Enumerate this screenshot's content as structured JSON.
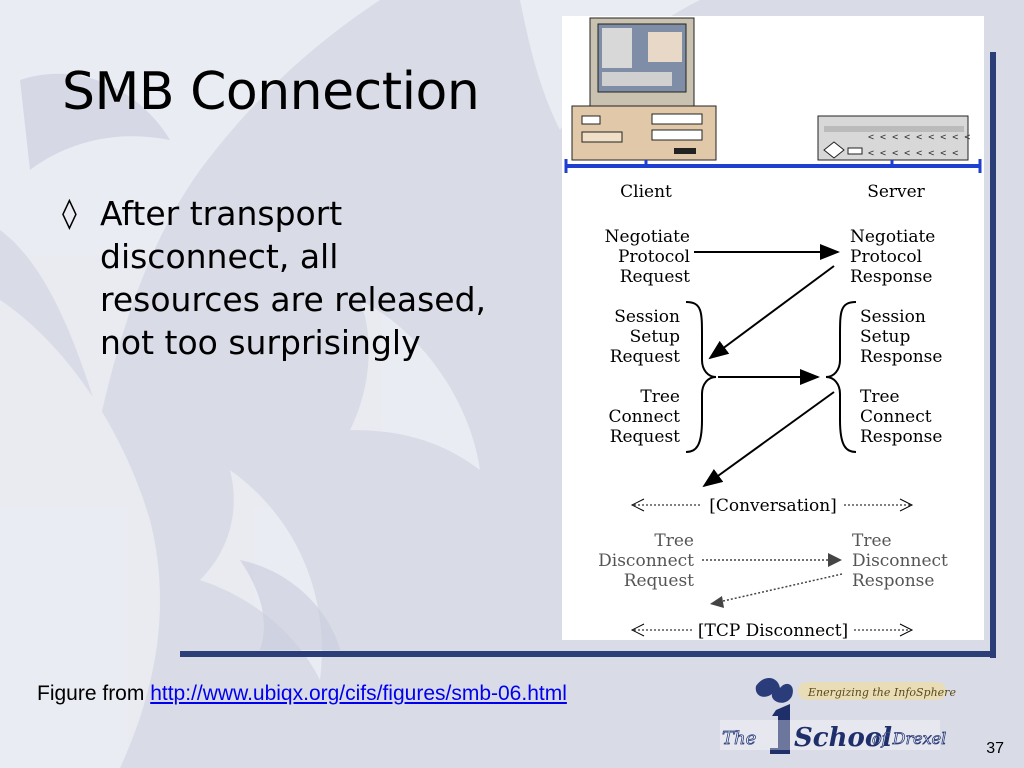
{
  "slide": {
    "title": "SMB Connection",
    "bullet_mark": "◊",
    "bullet_text": "After transport disconnect, all resources are released, not too surprisingly",
    "page_number": "37",
    "colors": {
      "accent": "#2c3e78",
      "background": "#d9dbe6",
      "link": "#0000ee"
    }
  },
  "figure": {
    "client_label": "Client",
    "server_label": "Server",
    "negotiate_request": [
      "Negotiate",
      "Protocol",
      "Request"
    ],
    "negotiate_response": [
      "Negotiate",
      "Protocol",
      "Response"
    ],
    "session_request": [
      "Session",
      "Setup",
      "Request"
    ],
    "session_response": [
      "Session",
      "Setup",
      "Response"
    ],
    "tree_request": [
      "Tree",
      "Connect",
      "Request"
    ],
    "tree_response": [
      "Tree",
      "Connect",
      "Response"
    ],
    "conversation": "[Conversation]",
    "disconnect_request": [
      "Tree",
      "Disconnect",
      "Request"
    ],
    "disconnect_response": [
      "Tree",
      "Disconnect",
      "Response"
    ],
    "tcp_disconnect": "[TCP Disconnect]"
  },
  "caption": {
    "prefix": "Figure from ",
    "link": "http://www.ubiqx.org/cifs/figures/smb-06.html"
  },
  "logo": {
    "tagline": "Energizing the InfoSphere",
    "the_left": "The",
    "school": "School",
    "of_drexel": "of Drexel"
  }
}
